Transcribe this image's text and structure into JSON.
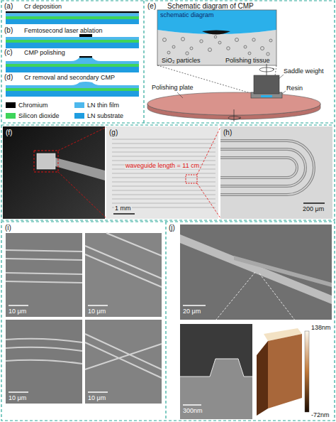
{
  "diagram": {
    "nodes": [
      {
        "text": [
          "schematic diagram"
        ]
      }
    ],
    "labels": [
      "(a)",
      "Cr deposition",
      "(b)",
      "Femtosecond laser ablation",
      "(c)",
      "CMP polishing",
      "(d)",
      "Cr removal and secondary CMP",
      "(e)",
      "Schematic diagram of CMP",
      "SiO₂ particles",
      "Polishing tissue",
      "Saddle weight",
      "Resin",
      "Polishing plate",
      "(f)",
      "(g)",
      "waveguide length = 11 cm",
      "1 mm",
      "(h)",
      "200 μm",
      "(i)",
      "10 μm",
      "10 μm",
      "10 μm",
      "10 μm",
      "(j)",
      "20 μm",
      "300nm",
      "138nm",
      "-72nm"
    ],
    "legend": [
      {
        "text": "Chromium",
        "color": "#000000"
      },
      {
        "text": "LN thin film",
        "color": "#4db8ec"
      },
      {
        "text": "Silicon dioxide",
        "color": "#3fd45a"
      },
      {
        "text": "LN substrate",
        "color": "#1f9de0"
      }
    ]
  }
}
